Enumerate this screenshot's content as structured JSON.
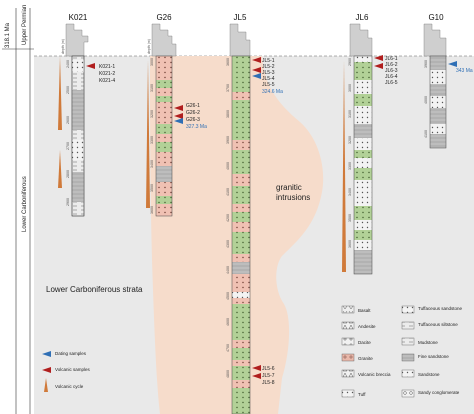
{
  "figure": {
    "age_label": "318.1 Ma",
    "period_upper": "Upper Permian",
    "period_lower": "Lower Carboniferous",
    "strata_label": "Lower Carboniferous strata",
    "intrusion_label_1": "granitic",
    "intrusion_label_2": "intrusions",
    "depth_header": "depth (m)"
  },
  "wells": [
    {
      "name": "K021",
      "depths": [
        "2400",
        "2500",
        "2600",
        "2700",
        "2800",
        "2900"
      ],
      "samples": [
        "K021-1",
        "K021-2",
        "K021-4"
      ],
      "age": ""
    },
    {
      "name": "G26",
      "depths": [
        "3000",
        "3100",
        "3200",
        "3300",
        "3400",
        "3500",
        "3600"
      ],
      "samples": [
        "G26-1",
        "G26-2",
        "G26-3"
      ],
      "age": "327.3 Ma"
    },
    {
      "name": "JL5",
      "depths": [
        "3600",
        "3700",
        "3800",
        "3900",
        "4000",
        "4100",
        "4200",
        "4300",
        "4400",
        "4500",
        "4600",
        "4700",
        "4800"
      ],
      "samples": [
        "JL5-1",
        "JL5-2",
        "JL5-3",
        "JL5-4",
        "JL5-5"
      ],
      "samples_bottom": [
        "JL5-6",
        "JL5-7",
        "JL5-8"
      ],
      "age": "324.6 Ma"
    },
    {
      "name": "JL6",
      "depths": [
        "2900",
        "3000",
        "3100",
        "3200",
        "3300",
        "3400",
        "3500",
        "3600"
      ],
      "samples": [
        "JL6-1",
        "JL6-2",
        "JL6-3",
        "JL6-4",
        "JL6-5"
      ],
      "age": ""
    },
    {
      "name": "G10",
      "depths": [
        "3900",
        "4000",
        "4100"
      ],
      "samples": [],
      "age": "343 Ma"
    }
  ],
  "legend_left": [
    {
      "label": "Dating samples"
    },
    {
      "label": "Volcanic samples"
    },
    {
      "label": "Volcanic cycle"
    }
  ],
  "legend_lith": [
    {
      "key": "basalt",
      "label": "Basalt"
    },
    {
      "key": "andesite",
      "label": "Andesite"
    },
    {
      "key": "dacite",
      "label": "Dacite"
    },
    {
      "key": "granite",
      "label": "Granite"
    },
    {
      "key": "vbreccia",
      "label": "Volcanic breccia"
    },
    {
      "key": "tuff",
      "label": "Tuff"
    },
    {
      "key": "tsand",
      "label": "Tuffaceous sandstone"
    },
    {
      "key": "tsilt",
      "label": "Tuffaceous siltstone"
    },
    {
      "key": "mud",
      "label": "Mudstone"
    },
    {
      "key": "fine",
      "label": "Fine sandstone"
    },
    {
      "key": "sand",
      "label": "Sandstone"
    },
    {
      "key": "conglo",
      "label": "Sandy conglomerate"
    }
  ],
  "colors": {
    "intrusion": "#f6dccb",
    "strata": "#e9e9e9",
    "granite": "#e9b8aa",
    "andesite": "#a9c98b",
    "basalt": "#b5b5b5",
    "tuff": "#f2f2f2",
    "sample_marker": "#b01e1e",
    "dating_marker": "#2f6fb5"
  }
}
